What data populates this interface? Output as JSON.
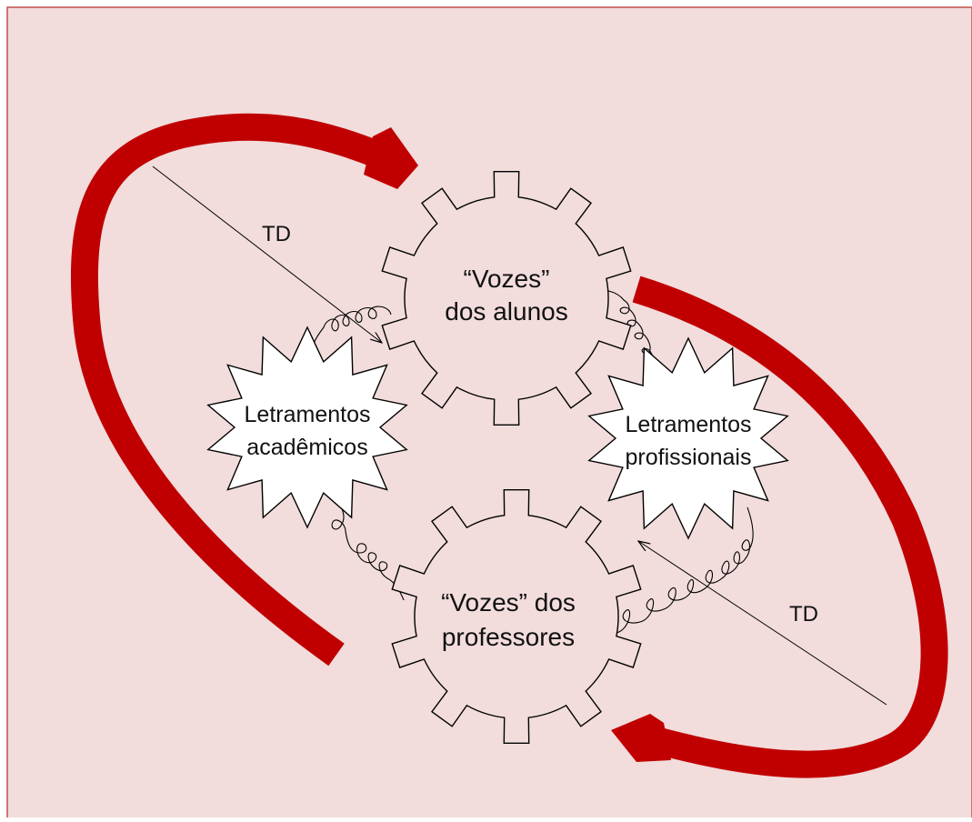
{
  "colors": {
    "background": "#f2dcdc",
    "border": "#c0504d",
    "arrow": "#c00000",
    "outline": "#000000"
  },
  "diagram": {
    "gear_students": {
      "line1": "“Vozes”",
      "line2": "dos alunos"
    },
    "gear_teachers": {
      "line1": "“Vozes” dos",
      "line2": "professores"
    },
    "star_academic": {
      "line1": "Letramentos",
      "line2": "acadêmicos"
    },
    "star_professional": {
      "line1": "Letramentos",
      "line2": "profissionais"
    },
    "td_top": "TD",
    "td_bottom": "TD"
  }
}
